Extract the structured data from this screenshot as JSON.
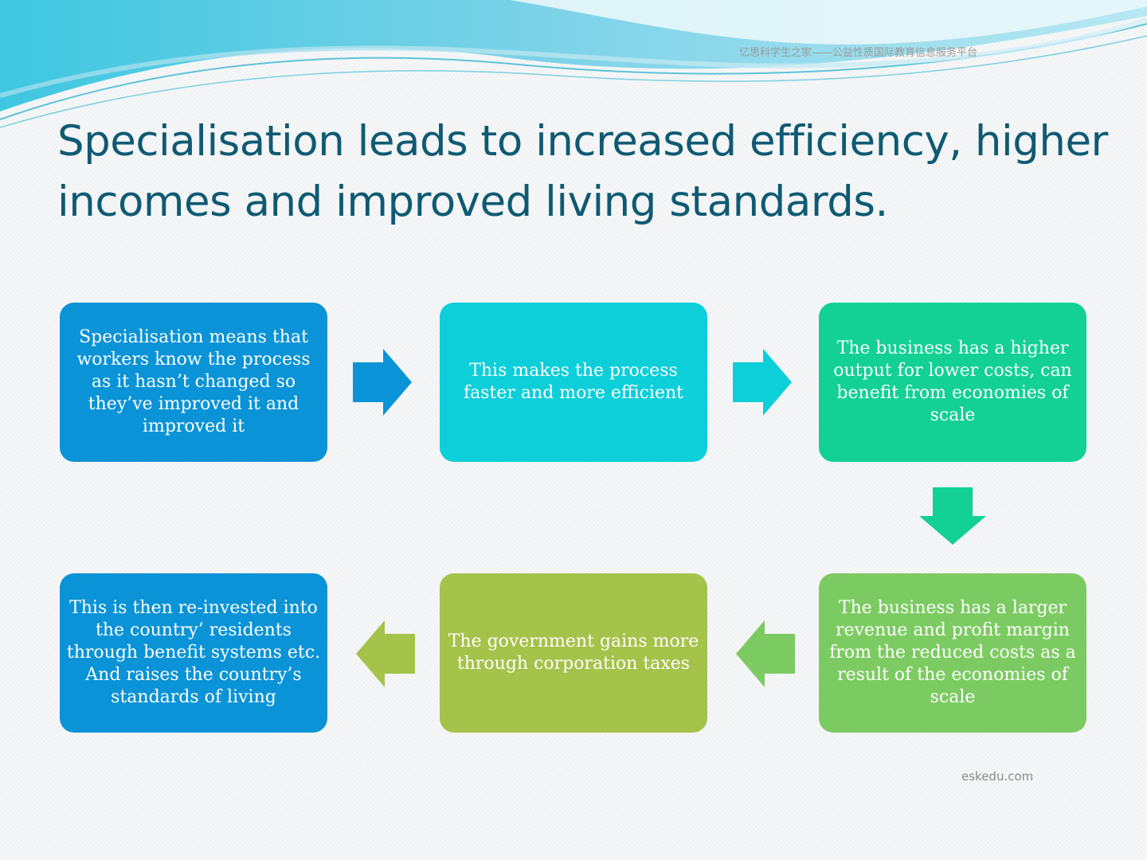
{
  "watermark": "亿思科学生之家——公益性质国际教育信息服务平台",
  "title": "Specialisation leads to increased efficiency, higher incomes and improved living standards.",
  "steps": [
    {
      "text": "Specialisation means that workers know the process as it hasn’t changed so they’ve improved it and improved it",
      "color": "#0a93d6"
    },
    {
      "text": "This makes the process faster and more efficient",
      "color": "#0ccfd9"
    },
    {
      "text": "The business has a higher output for lower costs, can benefit from economies of scale",
      "color": "#12d193"
    },
    {
      "text": "The business has a larger revenue and profit margin from the reduced costs as a result of the economies of scale",
      "color": "#7ccb62"
    },
    {
      "text": "The government gains more through corporation taxes",
      "color": "#a5c24a"
    },
    {
      "text": "This is then re-invested into the country’ residents through benefit systems etc. And raises the country’s standards of living",
      "color": "#0a93d6"
    }
  ],
  "arrows": [
    {
      "direction": "right",
      "color": "#0a93d6"
    },
    {
      "direction": "right",
      "color": "#0ccfd9"
    },
    {
      "direction": "down",
      "color": "#12d193"
    },
    {
      "direction": "left",
      "color": "#7ccb62"
    },
    {
      "direction": "left",
      "color": "#a5c24a"
    }
  ],
  "footer": "eskedu.com"
}
